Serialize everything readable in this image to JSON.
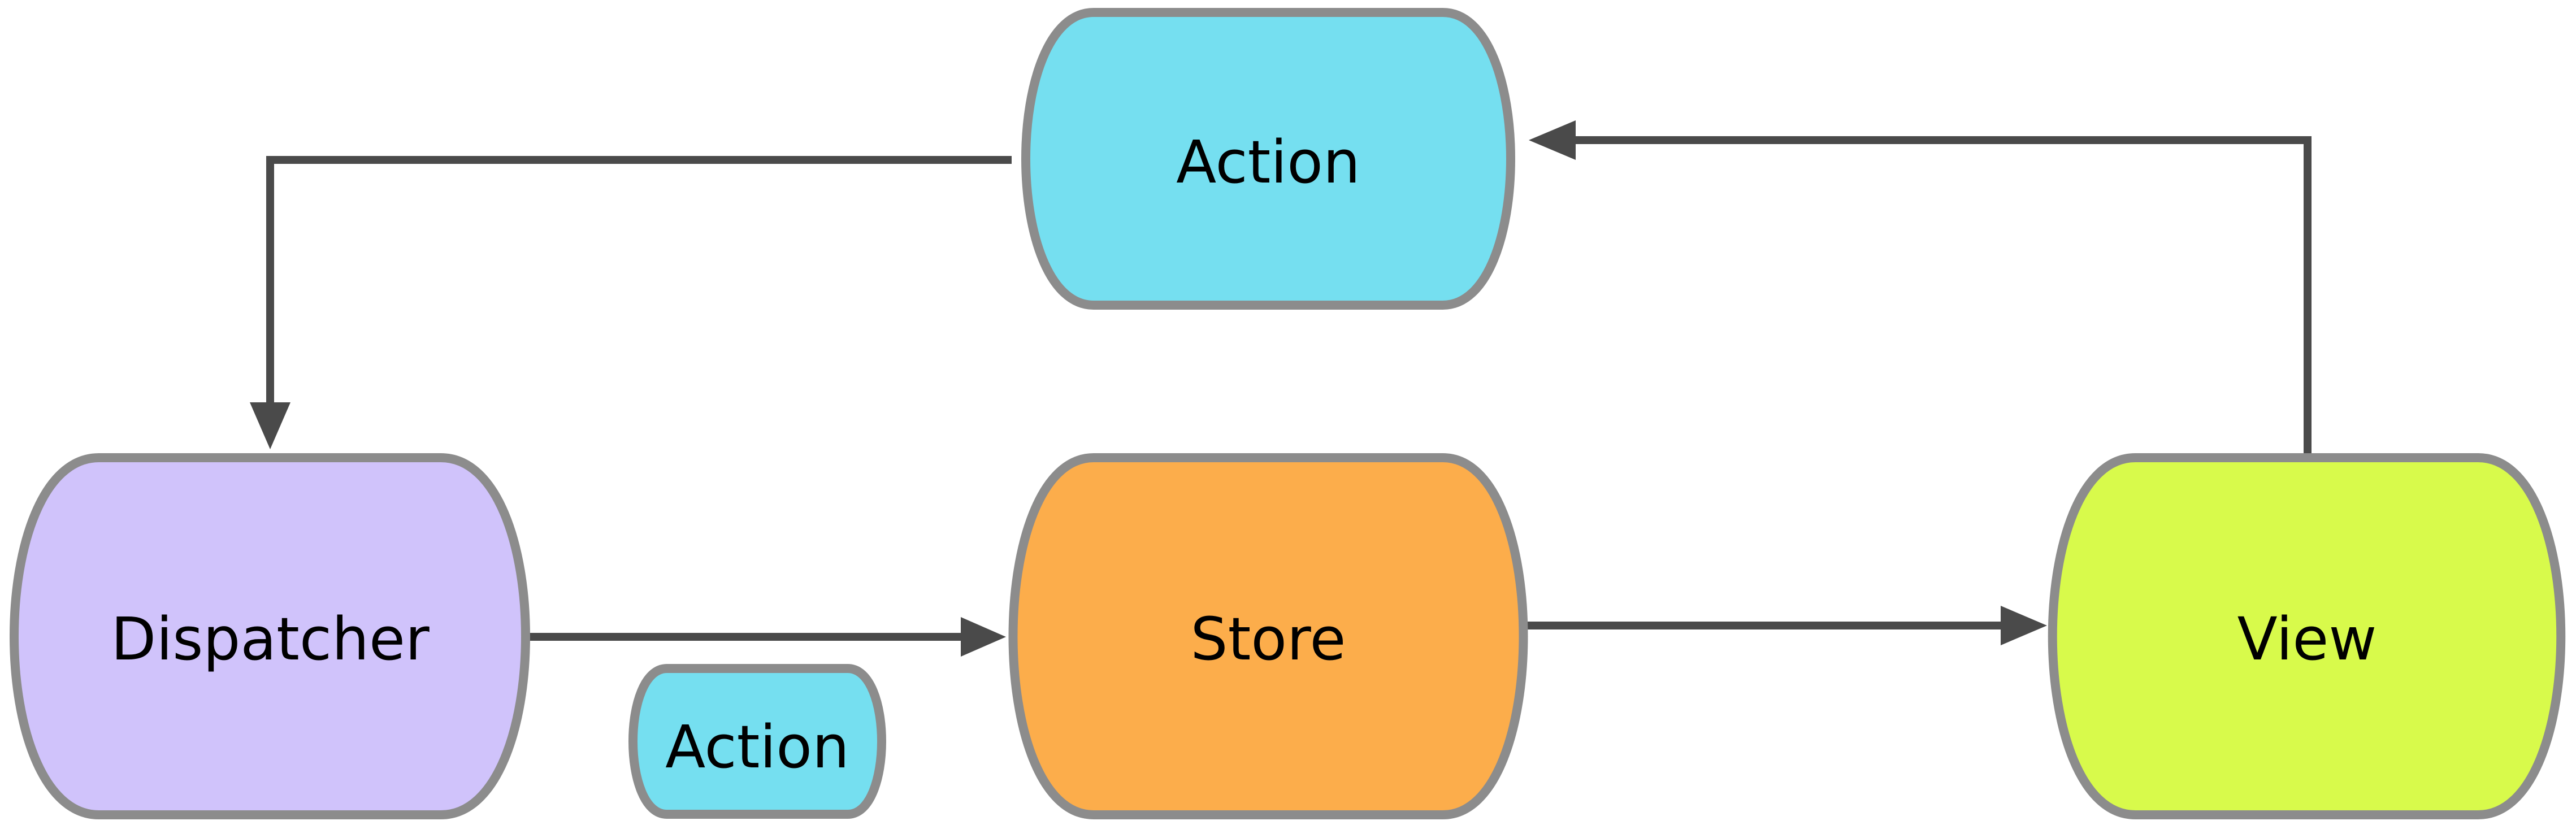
{
  "diagram": {
    "type": "flowchart",
    "nodes": {
      "action_top": {
        "label": "Action",
        "color": "#75dff0"
      },
      "dispatcher": {
        "label": "Dispatcher",
        "color": "#d0c3fb"
      },
      "store": {
        "label": "Store",
        "color": "#fcad4b"
      },
      "view": {
        "label": "View",
        "color": "#d8fa4b"
      },
      "action_small": {
        "label": "Action",
        "color": "#75dff0"
      }
    },
    "edges": [
      {
        "from": "Action",
        "to": "Dispatcher"
      },
      {
        "from": "Dispatcher",
        "to": "Store"
      },
      {
        "from": "Store",
        "to": "View"
      },
      {
        "from": "View",
        "to": "Action"
      }
    ],
    "colors": {
      "node_border": "#8c8c8c",
      "edge": "#4a4a4a"
    }
  }
}
